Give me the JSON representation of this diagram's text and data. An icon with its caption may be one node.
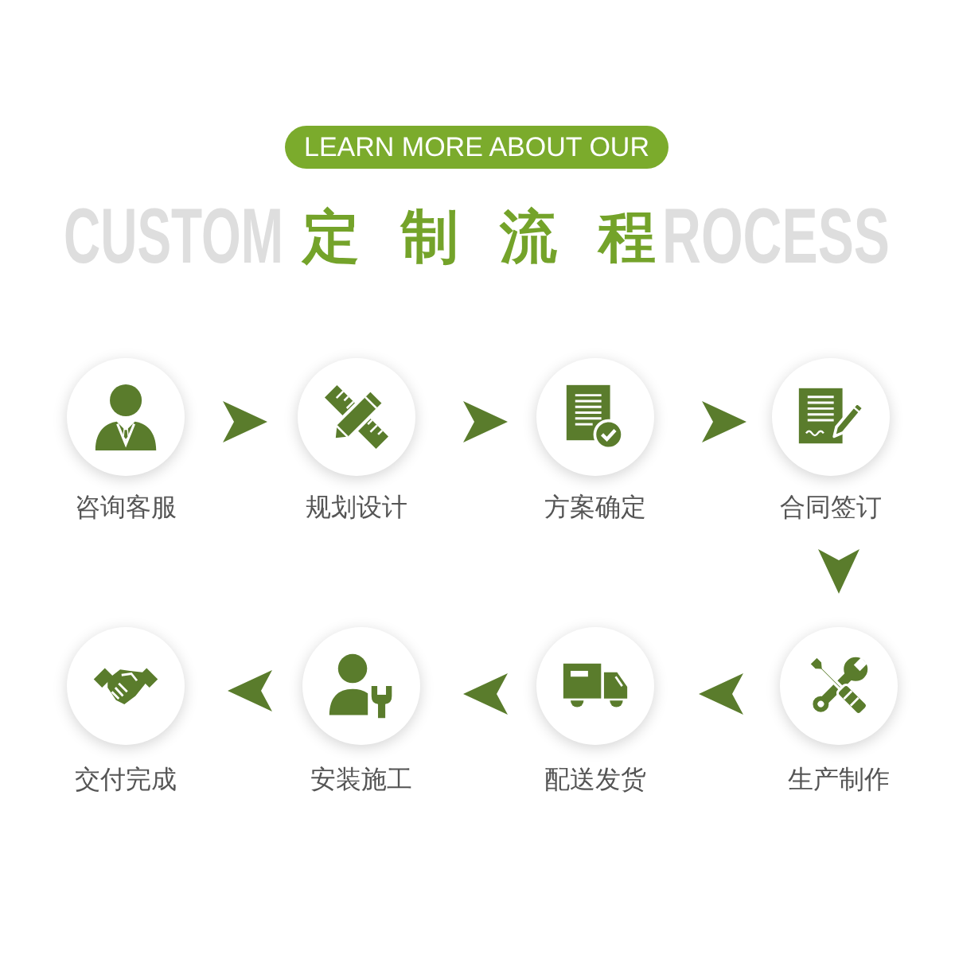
{
  "diagram": {
    "title": "定制流程",
    "nodes": [
      {
        "text": [],
        "shape": "circle",
        "beside": [
          "咨询客服"
        ]
      },
      {
        "text": [],
        "shape": "circle",
        "beside": [
          "规划设计"
        ]
      },
      {
        "text": [],
        "shape": "circle",
        "beside": [
          "方案确定"
        ]
      },
      {
        "text": [],
        "shape": "circle",
        "beside": [
          "合同签订"
        ]
      },
      {
        "text": [],
        "shape": "circle",
        "beside": [
          "交付完成"
        ]
      },
      {
        "text": [],
        "shape": "circle",
        "beside": [
          "安装施工"
        ]
      },
      {
        "text": [],
        "shape": "circle",
        "beside": [
          "配送发货"
        ]
      },
      {
        "text": [],
        "shape": "circle",
        "beside": [
          "生产制作"
        ]
      }
    ],
    "edges": [
      {
        "from": 0,
        "to": 1,
        "arrow": "to"
      },
      {
        "from": 1,
        "to": 2,
        "arrow": "to"
      },
      {
        "from": 2,
        "to": 3,
        "arrow": "to"
      },
      {
        "from": 3,
        "to": 7,
        "arrow": "to"
      },
      {
        "from": 7,
        "to": 6,
        "arrow": "to"
      },
      {
        "from": 6,
        "to": 5,
        "arrow": "to"
      },
      {
        "from": 5,
        "to": 4,
        "arrow": "to"
      }
    ],
    "labels": [
      "LEARN MORE ABOUT OUR",
      "CUSTOM",
      "ROCESS"
    ]
  }
}
